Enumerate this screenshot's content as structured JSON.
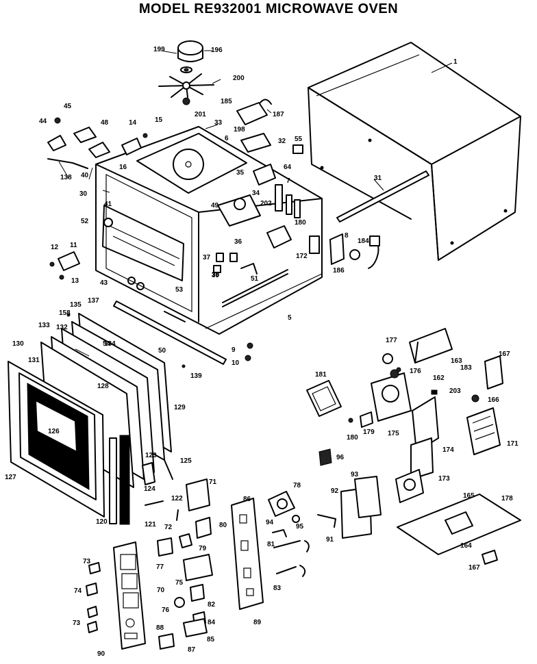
{
  "title": "MODEL RE932001  MICROWAVE OVEN",
  "callouts": [
    {
      "id": "c1",
      "text": "1"
    },
    {
      "id": "c5",
      "text": "5"
    },
    {
      "id": "c6",
      "text": "6"
    },
    {
      "id": "c7",
      "text": "7"
    },
    {
      "id": "c8",
      "text": "8"
    },
    {
      "id": "c9",
      "text": "9"
    },
    {
      "id": "c10",
      "text": "10"
    },
    {
      "id": "c11",
      "text": "11"
    },
    {
      "id": "c12",
      "text": "12"
    },
    {
      "id": "c13",
      "text": "13"
    },
    {
      "id": "c14",
      "text": "14"
    },
    {
      "id": "c15",
      "text": "15"
    },
    {
      "id": "c16",
      "text": "16"
    },
    {
      "id": "c30",
      "text": "30"
    },
    {
      "id": "c31",
      "text": "31"
    },
    {
      "id": "c32",
      "text": "32"
    },
    {
      "id": "c33",
      "text": "33"
    },
    {
      "id": "c34",
      "text": "34"
    },
    {
      "id": "c35",
      "text": "35"
    },
    {
      "id": "c36",
      "text": "36"
    },
    {
      "id": "c37",
      "text": "37"
    },
    {
      "id": "c38",
      "text": "38"
    },
    {
      "id": "c39",
      "text": "39"
    },
    {
      "id": "c40",
      "text": "40"
    },
    {
      "id": "c41",
      "text": "41"
    },
    {
      "id": "c43",
      "text": "43"
    },
    {
      "id": "c44",
      "text": "44"
    },
    {
      "id": "c45",
      "text": "45"
    },
    {
      "id": "c48",
      "text": "48"
    },
    {
      "id": "c49",
      "text": "49"
    },
    {
      "id": "c50",
      "text": "50"
    },
    {
      "id": "c51",
      "text": "51"
    },
    {
      "id": "c52",
      "text": "52"
    },
    {
      "id": "c53",
      "text": "53"
    },
    {
      "id": "c54",
      "text": "54"
    },
    {
      "id": "c55",
      "text": "55"
    },
    {
      "id": "c64",
      "text": "64"
    },
    {
      "id": "c70",
      "text": "70"
    },
    {
      "id": "c71",
      "text": "71"
    },
    {
      "id": "c72",
      "text": "72"
    },
    {
      "id": "c73a",
      "text": "73"
    },
    {
      "id": "c73b",
      "text": "73"
    },
    {
      "id": "c74",
      "text": "74"
    },
    {
      "id": "c75",
      "text": "75"
    },
    {
      "id": "c76",
      "text": "76"
    },
    {
      "id": "c77",
      "text": "77"
    },
    {
      "id": "c78",
      "text": "78"
    },
    {
      "id": "c79",
      "text": "79"
    },
    {
      "id": "c80",
      "text": "80"
    },
    {
      "id": "c81",
      "text": "81"
    },
    {
      "id": "c82",
      "text": "82"
    },
    {
      "id": "c83",
      "text": "83"
    },
    {
      "id": "c84",
      "text": "84"
    },
    {
      "id": "c85",
      "text": "85"
    },
    {
      "id": "c86",
      "text": "86"
    },
    {
      "id": "c87",
      "text": "87"
    },
    {
      "id": "c88",
      "text": "88"
    },
    {
      "id": "c89",
      "text": "89"
    },
    {
      "id": "c90",
      "text": "90"
    },
    {
      "id": "c91",
      "text": "91"
    },
    {
      "id": "c92",
      "text": "92"
    },
    {
      "id": "c93",
      "text": "93"
    },
    {
      "id": "c94",
      "text": "94"
    },
    {
      "id": "c95",
      "text": "95"
    },
    {
      "id": "c96",
      "text": "96"
    },
    {
      "id": "c120",
      "text": "120"
    },
    {
      "id": "c121",
      "text": "121"
    },
    {
      "id": "c122",
      "text": "122"
    },
    {
      "id": "c123",
      "text": "123"
    },
    {
      "id": "c124",
      "text": "124"
    },
    {
      "id": "c125",
      "text": "125"
    },
    {
      "id": "c126",
      "text": "126"
    },
    {
      "id": "c127",
      "text": "127"
    },
    {
      "id": "c128",
      "text": "128"
    },
    {
      "id": "c129",
      "text": "129"
    },
    {
      "id": "c130",
      "text": "130"
    },
    {
      "id": "c131",
      "text": "131"
    },
    {
      "id": "c132",
      "text": "132"
    },
    {
      "id": "c133",
      "text": "133"
    },
    {
      "id": "c134",
      "text": "134"
    },
    {
      "id": "c135",
      "text": "135"
    },
    {
      "id": "c137",
      "text": "137"
    },
    {
      "id": "c138",
      "text": "138"
    },
    {
      "id": "c139",
      "text": "139"
    },
    {
      "id": "c158",
      "text": "158"
    },
    {
      "id": "c162",
      "text": "162"
    },
    {
      "id": "c163",
      "text": "163"
    },
    {
      "id": "c164",
      "text": "164"
    },
    {
      "id": "c165",
      "text": "165"
    },
    {
      "id": "c166",
      "text": "166"
    },
    {
      "id": "c167a",
      "text": "167"
    },
    {
      "id": "c167b",
      "text": "167"
    },
    {
      "id": "c171",
      "text": "171"
    },
    {
      "id": "c172",
      "text": "172"
    },
    {
      "id": "c173",
      "text": "173"
    },
    {
      "id": "c174",
      "text": "174"
    },
    {
      "id": "c175",
      "text": "175"
    },
    {
      "id": "c176",
      "text": "176"
    },
    {
      "id": "c177",
      "text": "177"
    },
    {
      "id": "c178",
      "text": "178"
    },
    {
      "id": "c179",
      "text": "179"
    },
    {
      "id": "c180a",
      "text": "180"
    },
    {
      "id": "c180b",
      "text": "180"
    },
    {
      "id": "c181",
      "text": "181"
    },
    {
      "id": "c183",
      "text": "183"
    },
    {
      "id": "c184",
      "text": "184"
    },
    {
      "id": "c185",
      "text": "185"
    },
    {
      "id": "c186",
      "text": "186"
    },
    {
      "id": "c187",
      "text": "187"
    },
    {
      "id": "c196",
      "text": "196"
    },
    {
      "id": "c198",
      "text": "198"
    },
    {
      "id": "c199",
      "text": "199"
    },
    {
      "id": "c200",
      "text": "200"
    },
    {
      "id": "c201",
      "text": "201"
    },
    {
      "id": "c202",
      "text": "202"
    },
    {
      "id": "c203",
      "text": "203"
    }
  ]
}
